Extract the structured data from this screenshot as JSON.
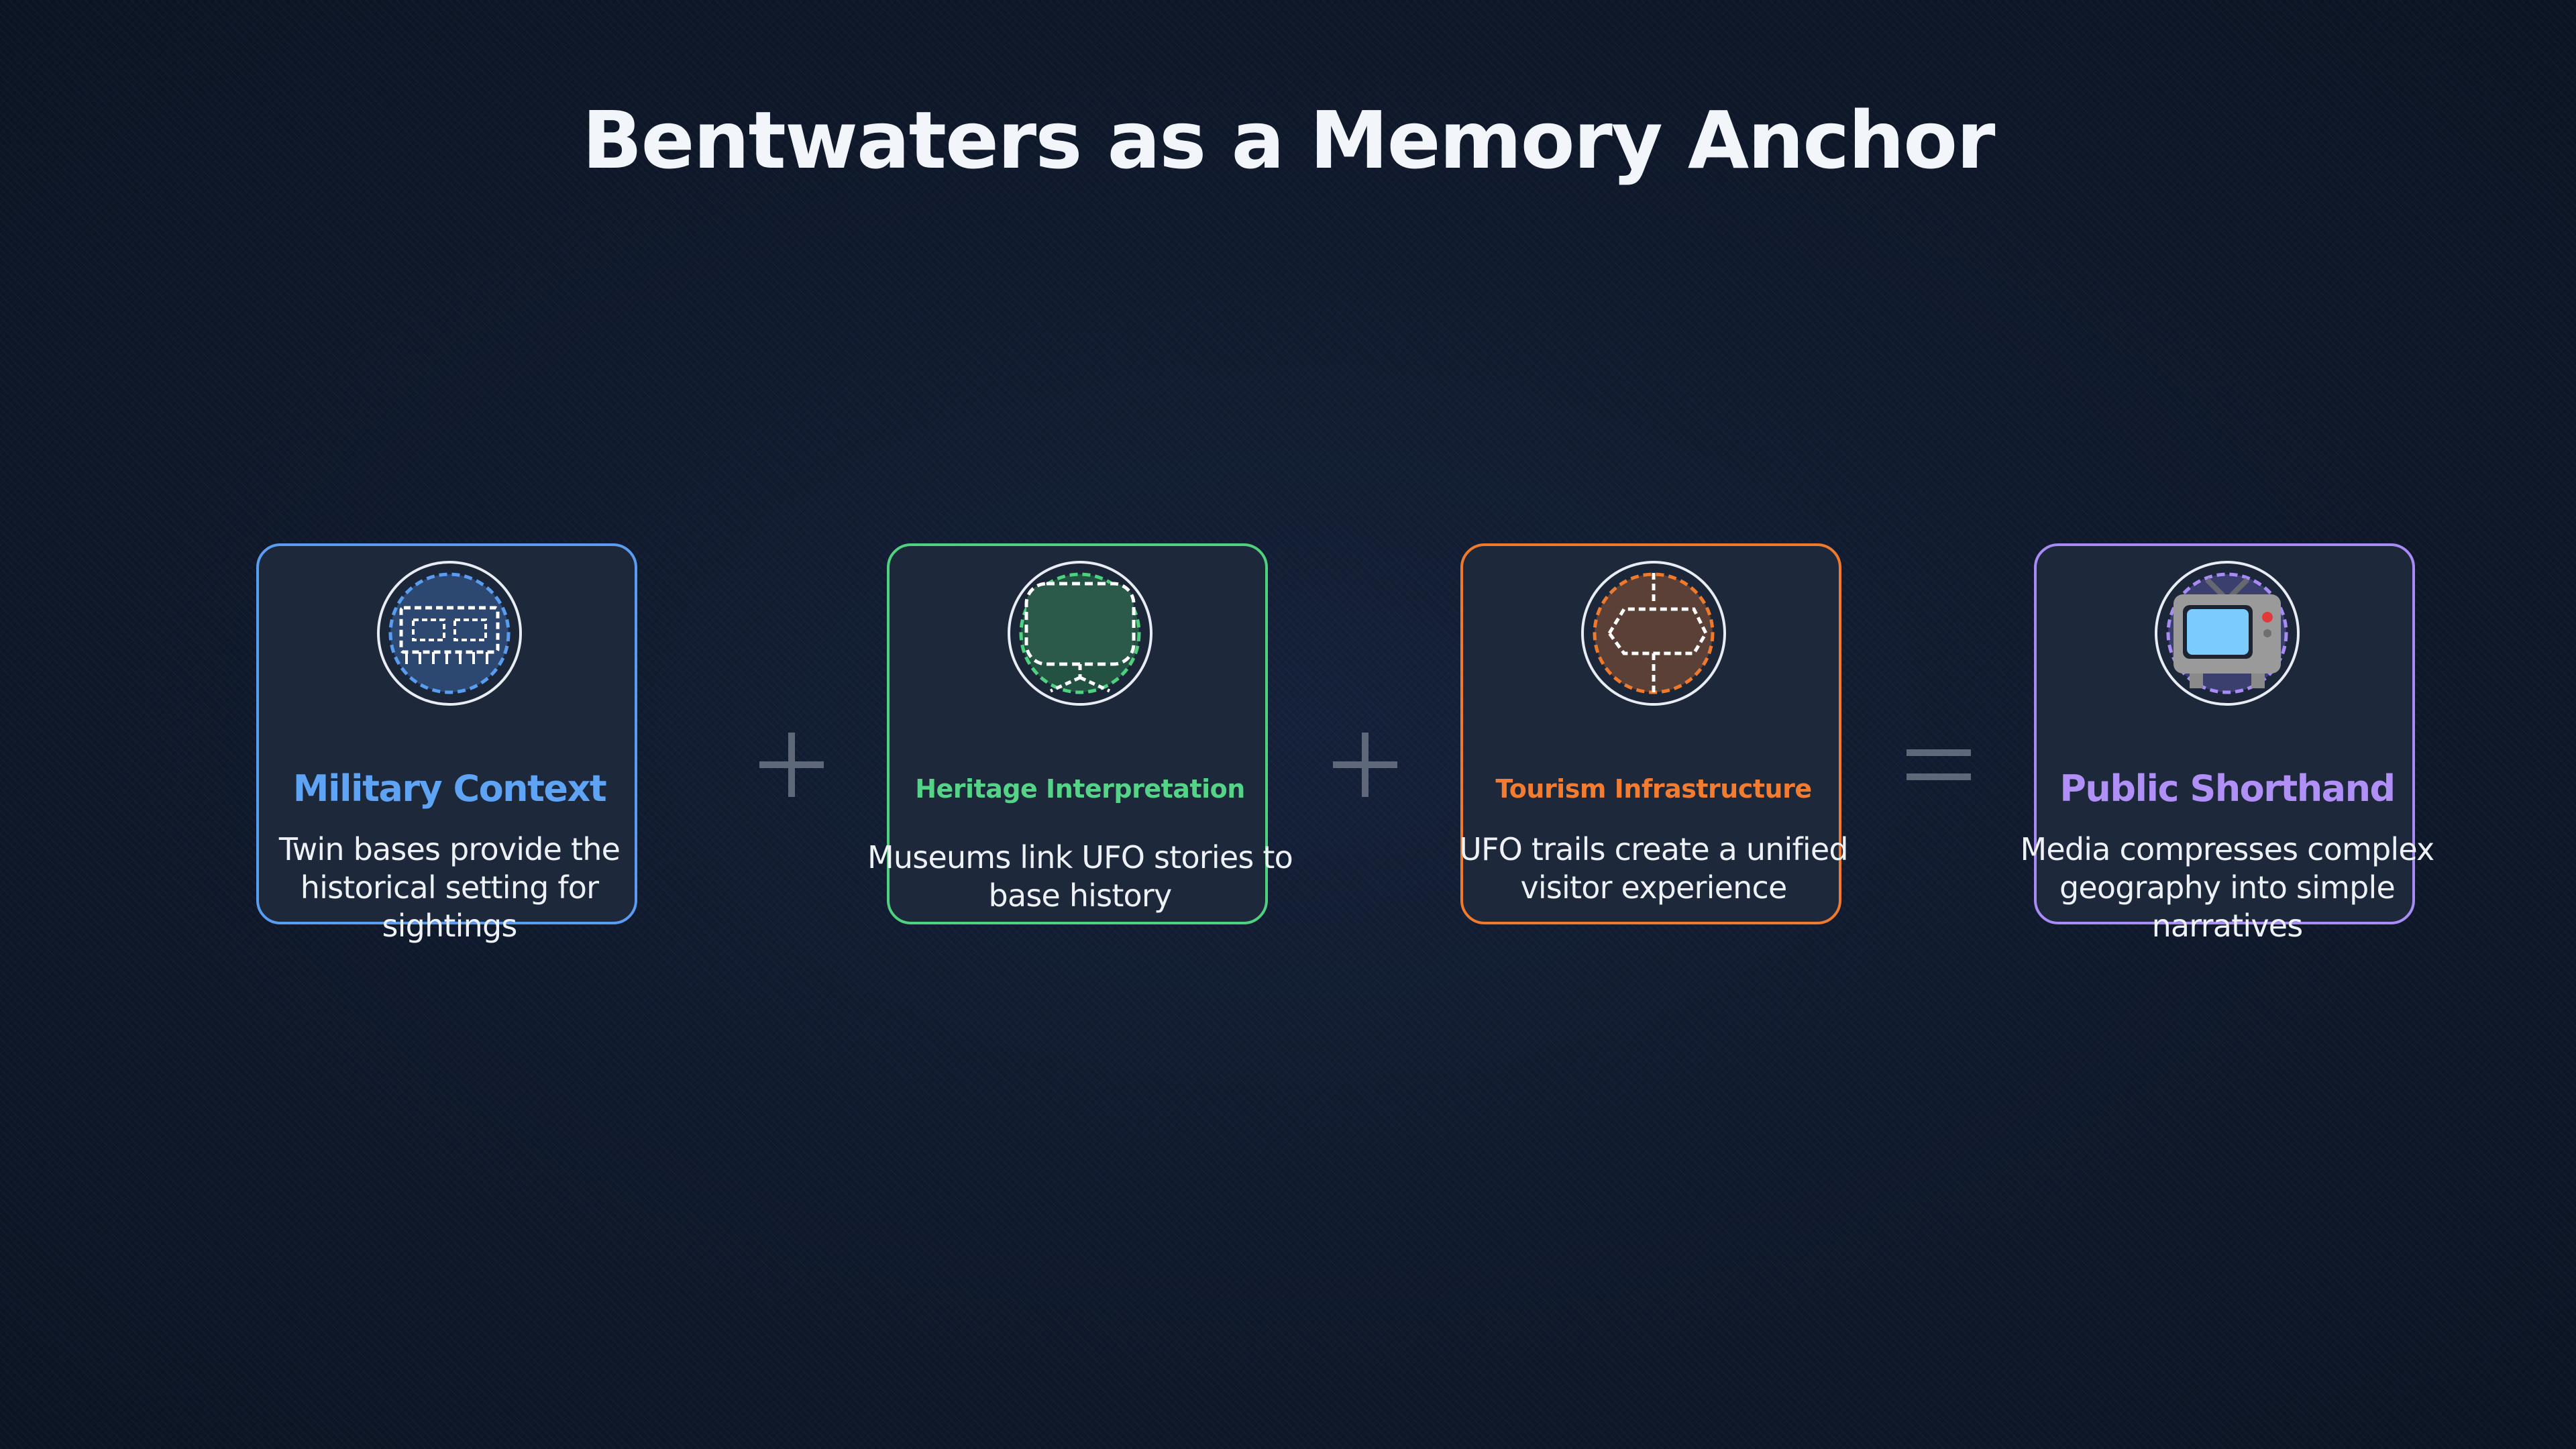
{
  "title": "Bentwaters as a Memory Anchor",
  "cards": [
    {
      "title": "Military Context",
      "description": "Twin bases provide the historical setting for sightings",
      "icon": "airbase-icon",
      "color": "#5a9cf0"
    },
    {
      "title": "Heritage Interpretation",
      "description": "Museums link UFO stories to base history",
      "icon": "museum-board-icon",
      "color": "#4fd17f"
    },
    {
      "title": "Tourism Infrastructure",
      "description": "UFO trails create a unified visitor experience",
      "icon": "signpost-icon",
      "color": "#f07a2c"
    },
    {
      "title": "Public Shorthand",
      "description": "Media compresses complex geography into simple narratives",
      "icon": "television-icon",
      "color": "#a98bf5"
    }
  ],
  "operators": [
    "plus",
    "plus",
    "equals"
  ]
}
